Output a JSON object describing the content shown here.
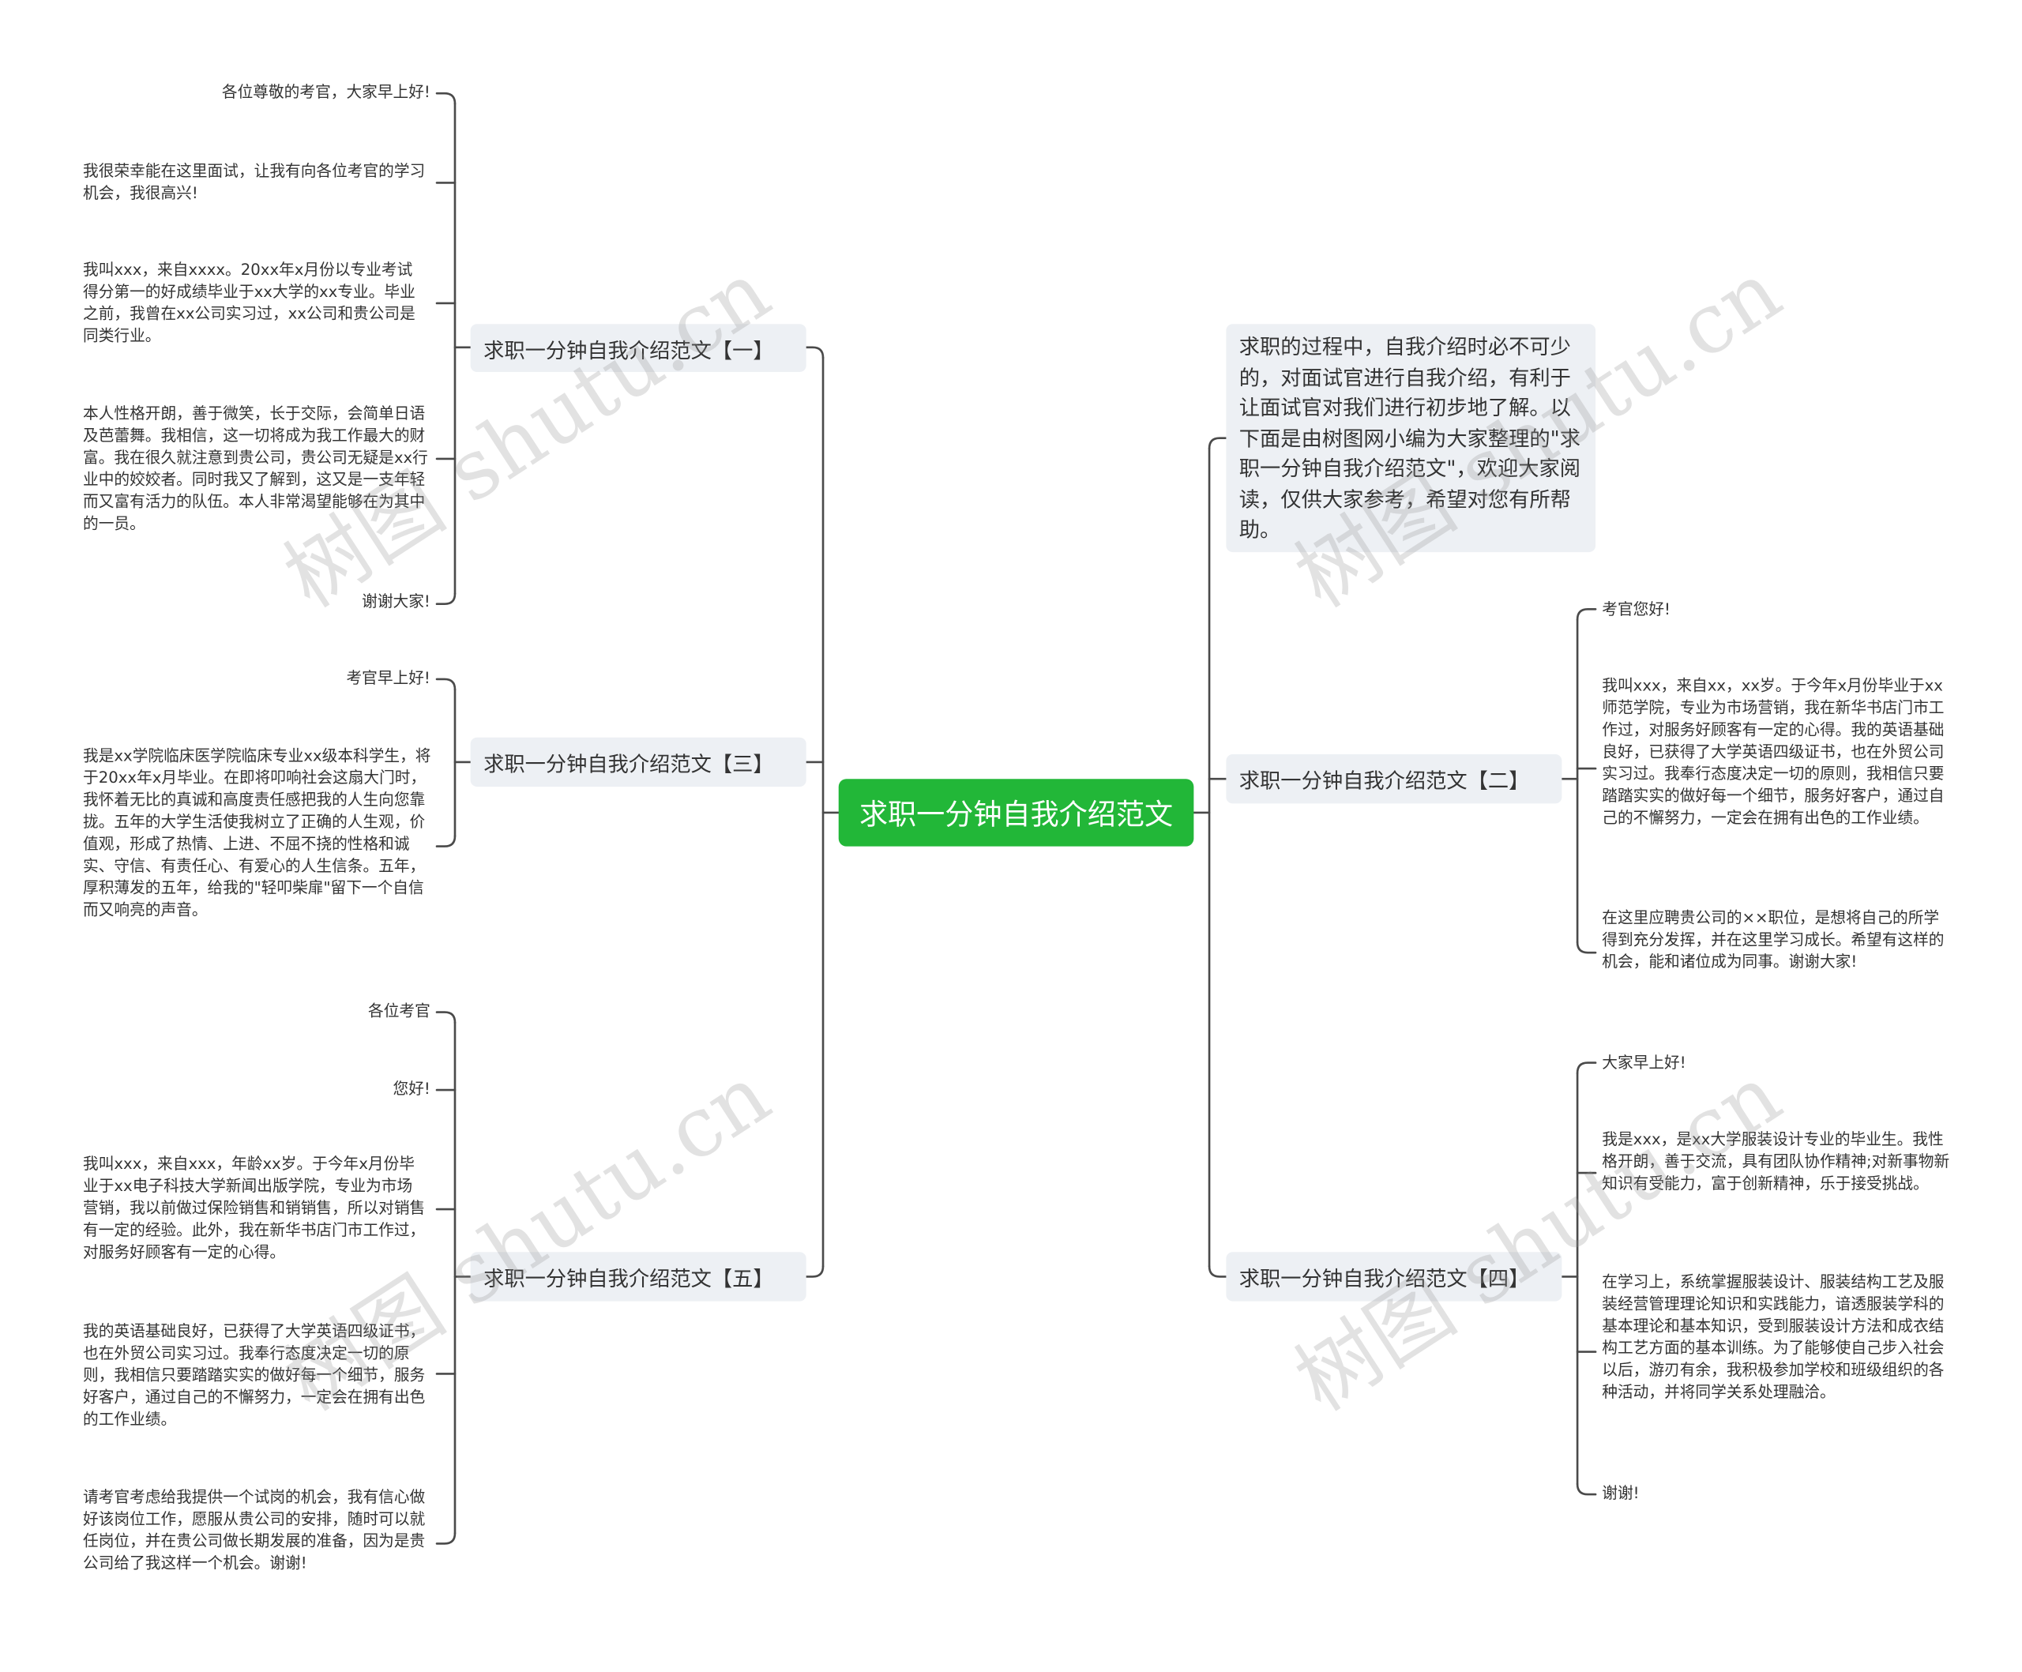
{
  "root": "求职一分钟自我介绍范文",
  "intro": "求职的过程中，自我介绍时必不可少的，对面试官进行自我介绍，有利于让面试官对我们进行初步地了解。以下面是由树图网小编为大家整理的\"求职一分钟自我介绍范文\"，欢迎大家阅读，仅供大家参考，希望对您有所帮助。",
  "branches": {
    "b1": {
      "label": "求职一分钟自我介绍范文【一】",
      "leaves": [
        "各位尊敬的考官，大家早上好!",
        "我很荣幸能在这里面试，让我有向各位考官的学习机会，我很高兴!",
        "我叫xxx，来自xxxx。20xx年x月份以专业考试得分第一的好成绩毕业于xx大学的xx专业。毕业之前，我曾在xx公司实习过，xx公司和贵公司是同类行业。",
        "本人性格开朗，善于微笑，长于交际，会简单日语及芭蕾舞。我相信，这一切将成为我工作最大的财富。我在很久就注意到贵公司，贵公司无疑是xx行业中的姣姣者。同时我又了解到，这又是一支年轻而又富有活力的队伍。本人非常渴望能够在为其中的一员。",
        "谢谢大家!"
      ]
    },
    "b3": {
      "label": "求职一分钟自我介绍范文【三】",
      "leaves": [
        "考官早上好!",
        "我是xx学院临床医学院临床专业xx级本科学生，将于20xx年x月毕业。在即将叩响社会这扇大门时，我怀着无比的真诚和高度责任感把我的人生向您靠拢。五年的大学生活使我树立了正确的人生观，价值观，形成了热情、上进、不屈不挠的性格和诚实、守信、有责任心、有爱心的人生信条。五年，厚积薄发的五年，给我的\"轻叩柴扉\"留下一个自信而又响亮的声音。"
      ]
    },
    "b5": {
      "label": "求职一分钟自我介绍范文【五】",
      "leaves": [
        "各位考官",
        "您好!",
        "我叫xxx，来自xxx，年龄xx岁。于今年x月份毕业于xx电子科技大学新闻出版学院，专业为市场营销，我以前做过保险销售和销销售，所以对销售有一定的经验。此外，我在新华书店门市工作过，对服务好顾客有一定的心得。",
        "我的英语基础良好，已获得了大学英语四级证书，也在外贸公司实习过。我奉行态度决定一切的原则，我相信只要踏踏实实的做好每一个细节，服务好客户，通过自己的不懈努力，一定会在拥有出色的工作业绩。",
        "请考官考虑给我提供一个试岗的机会，我有信心做好该岗位工作，愿服从贵公司的安排，随时可以就任岗位，并在贵公司做长期发展的准备，因为是贵公司给了我这样一个机会。谢谢!"
      ]
    },
    "b2": {
      "label": "求职一分钟自我介绍范文【二】",
      "leaves": [
        "考官您好!",
        "我叫xxx，来自xx，xx岁。于今年x月份毕业于xx师范学院，专业为市场营销，我在新华书店门市工作过，对服务好顾客有一定的心得。我的英语基础良好，已获得了大学英语四级证书，也在外贸公司实习过。我奉行态度决定一切的原则，我相信只要踏踏实实的做好每一个细节，服务好客户，通过自己的不懈努力，一定会在拥有出色的工作业绩。",
        "在这里应聘贵公司的××职位，是想将自己的所学得到充分发挥，并在这里学习成长。希望有这样的机会，能和诸位成为同事。谢谢大家!"
      ]
    },
    "b4": {
      "label": "求职一分钟自我介绍范文【四】",
      "leaves": [
        "大家早上好!",
        "我是xxx，是xx大学服装设计专业的毕业生。我性格开朗，善于交流，具有团队协作精神;对新事物新知识有受能力，富于创新精神，乐于接受挑战。",
        "在学习上，系统掌握服装设计、服装结构工艺及服装经营管理理论知识和实践能力，谙透服装学科的基本理论和基本知识，受到服装设计方法和成衣结构工艺方面的基本训练。为了能够使自己步入社会以后，游刃有余，我积极参加学校和班级组织的各种活动，并将同学关系处理融洽。",
        "谢谢!"
      ]
    }
  },
  "watermark": "树图 shutu.cn",
  "colors": {
    "root_bg": "#22b738",
    "branch_bg": "#edf0f4",
    "line": "#444444"
  }
}
